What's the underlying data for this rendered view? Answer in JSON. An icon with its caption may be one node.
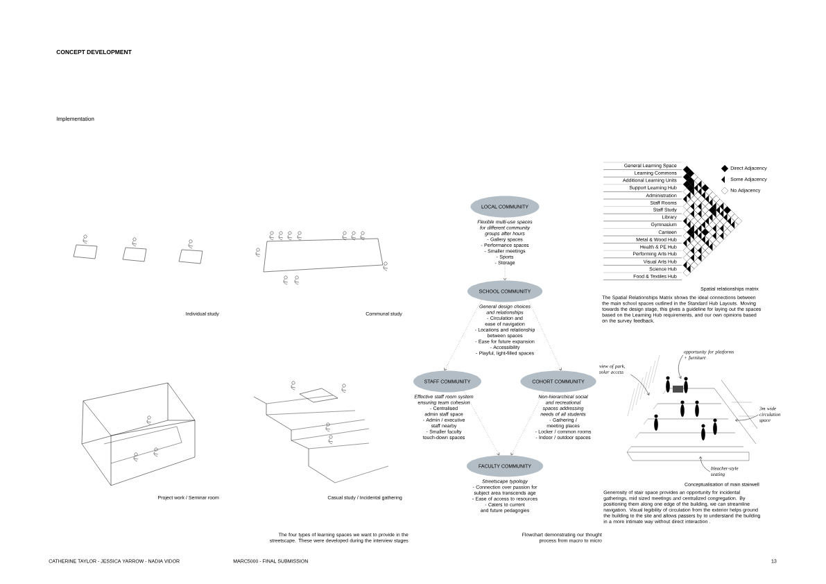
{
  "diagram": {
    "title": "CONCEPT DEVELOPMENT",
    "nodes": [
      {
        "text": [
          "LOCAL COMMUNITY"
        ],
        "beside": [
          "Flexible multi-use spaces for different community groups after hours",
          "- Gallery spaces",
          "- Performance spaces",
          "- Smaller meetings",
          "- Sports",
          "- Storage"
        ]
      },
      {
        "text": [
          "SCHOOL COMMUNITY"
        ],
        "beside": [
          "General design choices and relationships",
          "- Circulation and ease of navigation",
          "- Locations and relationship between spaces",
          "- Ease for future expansion",
          "- Accessibility",
          "- Playful, light-filled spaces"
        ]
      },
      {
        "text": [
          "STAFF COMMUNITY"
        ],
        "beside": [
          "Effective staff room system ensuring team cohesion",
          "- Centralised admin staff space",
          "- Admin / executive staff nearby",
          "- Smaller faculty touch-down spaces"
        ]
      },
      {
        "text": [
          "COHORT COMMUNITY"
        ],
        "beside": [
          "Non-hierarchical social and recreational spaces addressing needs of all students",
          "- Gathering / meeting places",
          "- Locker / common rooms",
          "- Indoor / outdoor spaces"
        ]
      },
      {
        "text": [
          "FACULTY COMMUNITY"
        ],
        "beside": [
          "Streetscape typology",
          "- Connection over passion for subject area transcends age",
          "- Ease of access to resources",
          "- Caters to current and future pedagogies"
        ]
      },
      {
        "text": [
          "view of park, solar access"
        ]
      },
      {
        "text": [
          "opportunity for platforms + furniture"
        ]
      },
      {
        "text": [
          "3m wide circulation space"
        ]
      },
      {
        "text": [
          "bleacher-style seating"
        ]
      },
      {
        "text": [],
        "shape": "picture"
      }
    ],
    "edges": [
      {
        "from": 0,
        "to": 1,
        "arrow": "to",
        "style": "dashed"
      },
      {
        "from": 1,
        "to": 2,
        "arrow": "to",
        "style": "dashed"
      },
      {
        "from": 1,
        "to": 3,
        "arrow": "to",
        "style": "dashed"
      },
      {
        "from": 2,
        "to": 4,
        "arrow": "to",
        "style": "dashed"
      },
      {
        "from": 3,
        "to": 4,
        "arrow": "to",
        "style": "dashed"
      },
      {
        "from": 5,
        "to": 9,
        "arrow": "to"
      },
      {
        "from": 6,
        "to": 9,
        "arrow": "to"
      },
      {
        "from": 7,
        "to": 9,
        "arrow": "to"
      },
      {
        "from": 8,
        "to": 9,
        "arrow": "to"
      }
    ],
    "labels": [
      "Implementation",
      "General Learning Space",
      "Learning Commons",
      "Additional Learning Units",
      "Support Learning Hub",
      "Administration",
      "Staff Rooms",
      "Staff Study",
      "Library",
      "Gymnasium",
      "Canteen",
      "Metal & Wood Hub",
      "Health & PE Hub",
      "Performing Arts Hub",
      "Visual Arts Hub",
      "Science Hub",
      "Food & Textiles Hub",
      "Individual study",
      "Communal study",
      "Spatial relationships matrix",
      "The Spatial Relationships Matrix shows the ideal connections between the main school spaces outlined in the Standard Hub Layouts. Moving towards the design stage, this gives a guideline for laying out the spaces based on the Learning Hub requirements, and our own opinions based on the survey feedback.",
      "Project work / Seminar room",
      "Casual study / Incidental gathering",
      "Conceptualisation of main stairwell",
      "Generosity of stair space provides an opportunity for incidental gatherings, mid sized meetings and centralized congregation. By positioning them along one edge of the building, we can streamline navigation. Visual legibility of circulation from the exterior helps ground the building to the site and allows passers by to understand the building in a more intimate way without direct interaction .",
      "The four types of learning spaces we want to provide in the streetscape. These were developed during the interview stages",
      "Flowchart demonstrating our thought process from macro to micro",
      "CATHERINE TAYLOR - JESSICA YARROW - NADIA VIDOR",
      "MARC5000 - FINAL SUBMISSION",
      "13"
    ],
    "legend": [
      {
        "text": "Direct Adjacency"
      },
      {
        "text": "Some Adjacency"
      },
      {
        "text": "No Adjacency"
      }
    ]
  }
}
